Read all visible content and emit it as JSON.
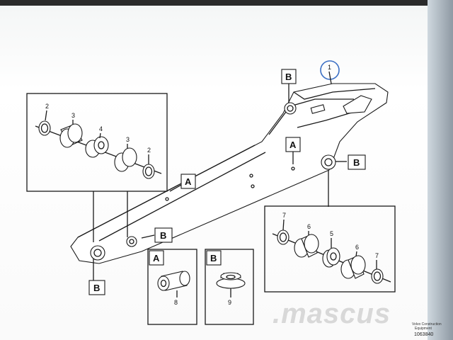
{
  "callouts": {
    "item": "1",
    "section_a": "A",
    "section_b": "B"
  },
  "left_detail": {
    "numbers": [
      "2",
      "3",
      "4",
      "3",
      "2"
    ]
  },
  "right_detail": {
    "numbers": [
      "7",
      "6",
      "5",
      "6",
      "7"
    ]
  },
  "legend_a": {
    "letter": "A",
    "part_number": "8"
  },
  "legend_b": {
    "letter": "B",
    "part_number": "9"
  },
  "watermark": ".mascus",
  "footer": {
    "line1": "Volvo Construction",
    "line2": "Equipment",
    "drawing_number": "1063840"
  },
  "colors": {
    "highlight_circle": "#3b6fc4",
    "line": "#1a1a1a"
  }
}
